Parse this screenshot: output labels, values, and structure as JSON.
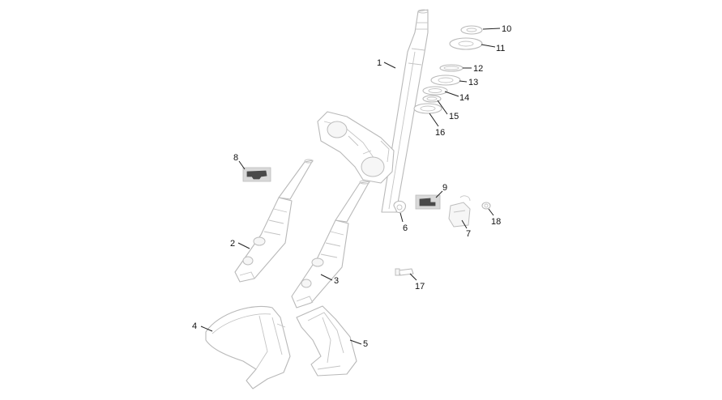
{
  "callouts": [
    {
      "id": "1",
      "label": "1"
    },
    {
      "id": "2",
      "label": "2"
    },
    {
      "id": "3",
      "label": "3"
    },
    {
      "id": "4",
      "label": "4"
    },
    {
      "id": "5",
      "label": "5"
    },
    {
      "id": "6",
      "label": "6"
    },
    {
      "id": "7",
      "label": "7"
    },
    {
      "id": "8",
      "label": "8"
    },
    {
      "id": "9",
      "label": "9"
    },
    {
      "id": "10",
      "label": "10"
    },
    {
      "id": "11",
      "label": "11"
    },
    {
      "id": "12",
      "label": "12"
    },
    {
      "id": "13",
      "label": "13"
    },
    {
      "id": "14",
      "label": "14"
    },
    {
      "id": "15",
      "label": "15"
    },
    {
      "id": "16",
      "label": "16"
    },
    {
      "id": "17",
      "label": "17"
    },
    {
      "id": "18",
      "label": "18"
    }
  ],
  "colors": {
    "line_art": "#b9b9b9",
    "highlight_box": "#d9d9d9",
    "callout_text": "#111111",
    "background": "#ffffff"
  }
}
